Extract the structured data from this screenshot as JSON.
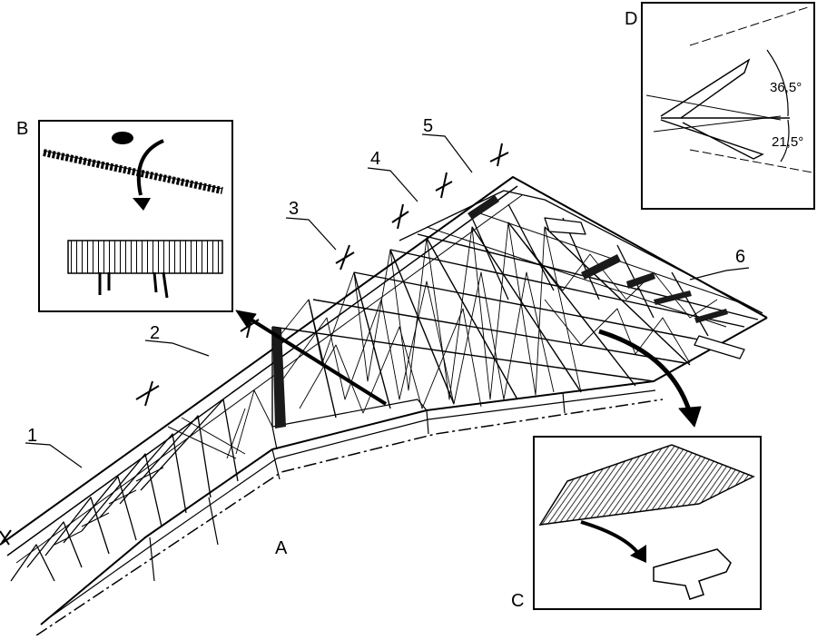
{
  "labels": {
    "n1": "1",
    "n2": "2",
    "n3": "3",
    "n4": "4",
    "n5": "5",
    "n6": "6",
    "view_a": "A",
    "view_b": "B",
    "view_c": "C",
    "view_d": "D"
  },
  "angles": {
    "upper": "36,5°",
    "lower": "21,5°"
  },
  "colors": {
    "ink": "#000000",
    "paper": "#ffffff",
    "hatch": "#1a1a1a"
  }
}
